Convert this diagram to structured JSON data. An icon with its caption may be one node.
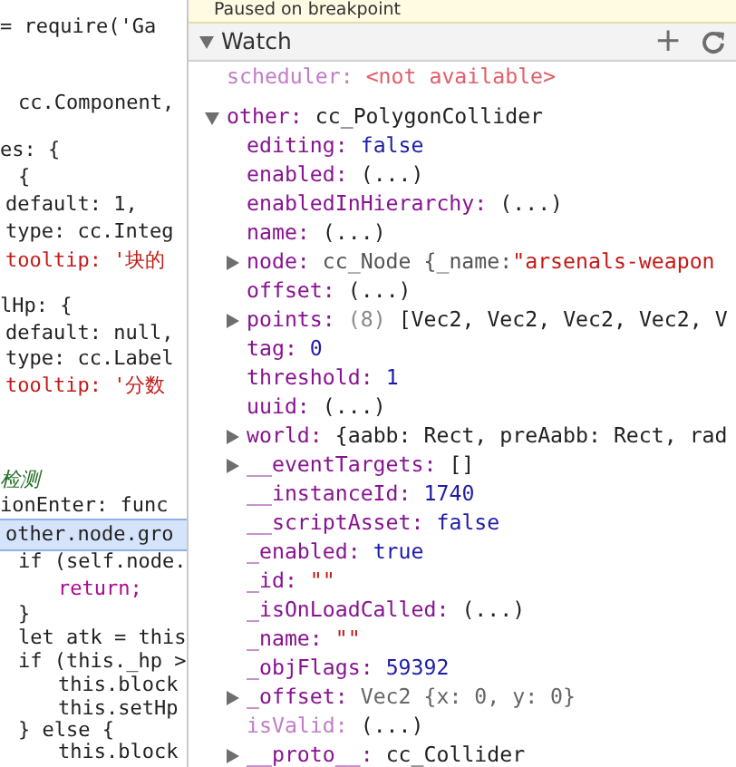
{
  "diagram": {
    "labels": [
      "Paused on breakpoint",
      "Watch",
      "+",
      "= require('Ga",
      "cc.Component,",
      "es: {",
      "{",
      "default: 1,",
      "type: cc.Integ",
      "tooltip: '块的",
      "lHp: {",
      "default: null,",
      "type: cc.Label",
      "tooltip: '分数",
      "检测",
      "ionEnter: func",
      "other.node.gro",
      "if (self.node.",
      "return;",
      "}",
      "let atk = this",
      "if (this._hp >",
      "this.block",
      "this.setHp",
      "} else {",
      "this.block",
      "scheduler:",
      "<not available>",
      "other:",
      "cc_PolygonCollider",
      "editing:",
      "false",
      "enabled:",
      "(...)",
      "enabledInHierarchy:",
      "(...)",
      "name:",
      "(...)",
      "node:",
      "cc_Node {_name:",
      "\"arsenals-weapon",
      "offset:",
      "(...)",
      "points:",
      "(8)",
      "[Vec2, Vec2, Vec2, Vec2, V",
      "tag:",
      "0",
      "threshold:",
      "1",
      "uuid:",
      "(...)",
      "world:",
      "{aabb: Rect, preAabb: Rect, rad",
      "__eventTargets:",
      "[]",
      "__instanceId:",
      "1740",
      "__scriptAsset:",
      "false",
      "_enabled:",
      "true",
      "_id:",
      "\"\"",
      "_isOnLoadCalled:",
      "(...)",
      "_name:",
      "\"\"",
      "_objFlags:",
      "59392",
      "_offset:",
      "Vec2 {x: 0, y: 0}",
      "isValid:",
      "(...)",
      "__proto__:",
      "cc_Collider"
    ]
  }
}
